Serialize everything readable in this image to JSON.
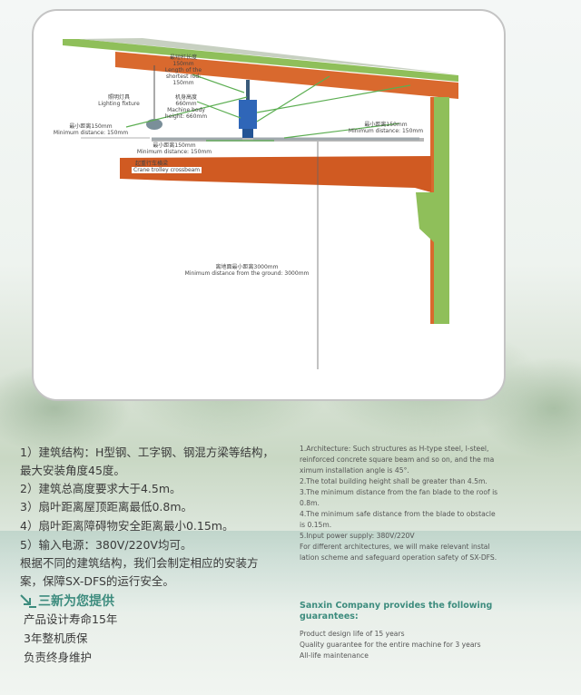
{
  "diagram": {
    "lighting": {
      "cn": "照明灯具",
      "en": "Lighting fixture"
    },
    "shortest_rod": {
      "cn": "最短杆长度",
      "l1": "150mm",
      "l2": "Length of the",
      "l3": "shortest rod:",
      "l4": "150mm"
    },
    "body_height": {
      "cn": "机身高度",
      "l1": "660mm",
      "l2": "Machine body",
      "l3": "height: 660mm"
    },
    "min_left": {
      "cn": "最小距离150mm",
      "en": "Minimum distance: 150mm"
    },
    "min_right": {
      "cn": "最小距离150mm",
      "en": "Minimum distance: 150mm"
    },
    "min_center": {
      "cn": "最小距离150mm",
      "en": "Minimum distance: 150mm"
    },
    "crane": {
      "cn": "起重行车横梁",
      "en": "Crane trolley crossbeam"
    },
    "ground": {
      "cn": "离地面最小距离3000mm",
      "en": "Minimum distance from the ground: 3000mm"
    }
  },
  "cn_items": [
    "1）建筑结构：H型钢、工字钢、钢混方梁等结构，",
    "    最大安装角度45度。",
    "2）建筑总高度要求大于4.5m。",
    "3）扇叶距离屋顶距离最低0.8m。",
    "4）扇叶距离障碍物安全距离最小0.15m。",
    "5）输入电源：380V/220V均可。",
    "根据不同的建筑结构，我们会制定相应的安装方",
    "案，保障SX-DFS的运行安全。"
  ],
  "en_items": [
    "1.Architecture: Such structures as H-type steel, I-steel,",
    "   reinforced concrete square beam and so on, and the ma",
    "   ximum installation angle is 45°.",
    "2.The total building height shall be greater than 4.5m.",
    "3.The minimum distance from the fan blade to the roof is",
    "   0.8m.",
    "4.The minimum safe distance from the blade to obstacle",
    "   is 0.15m.",
    "5.Input power supply: 380V/220V",
    "For different architectures, we will make relevant instal",
    "lation scheme and safeguard operation safety of SX-DFS."
  ],
  "guarantee_cn": {
    "heading": "三新为您提供",
    "items": [
      "产品设计寿命15年",
      "3年整机质保",
      "负责终身维护"
    ]
  },
  "guarantee_en": {
    "heading_1": "Sanxin Company provides the following",
    "heading_2": "guarantees:",
    "items": [
      "Product design life of 15 years",
      "Quality guarantee for the entire machine for 3 years",
      "All-life maintenance"
    ]
  },
  "colors": {
    "roof_green": "#8fbf5a",
    "roof_orange": "#d9692e",
    "crane_orange": "#d05a22",
    "accent_teal": "#3d8c7e"
  }
}
